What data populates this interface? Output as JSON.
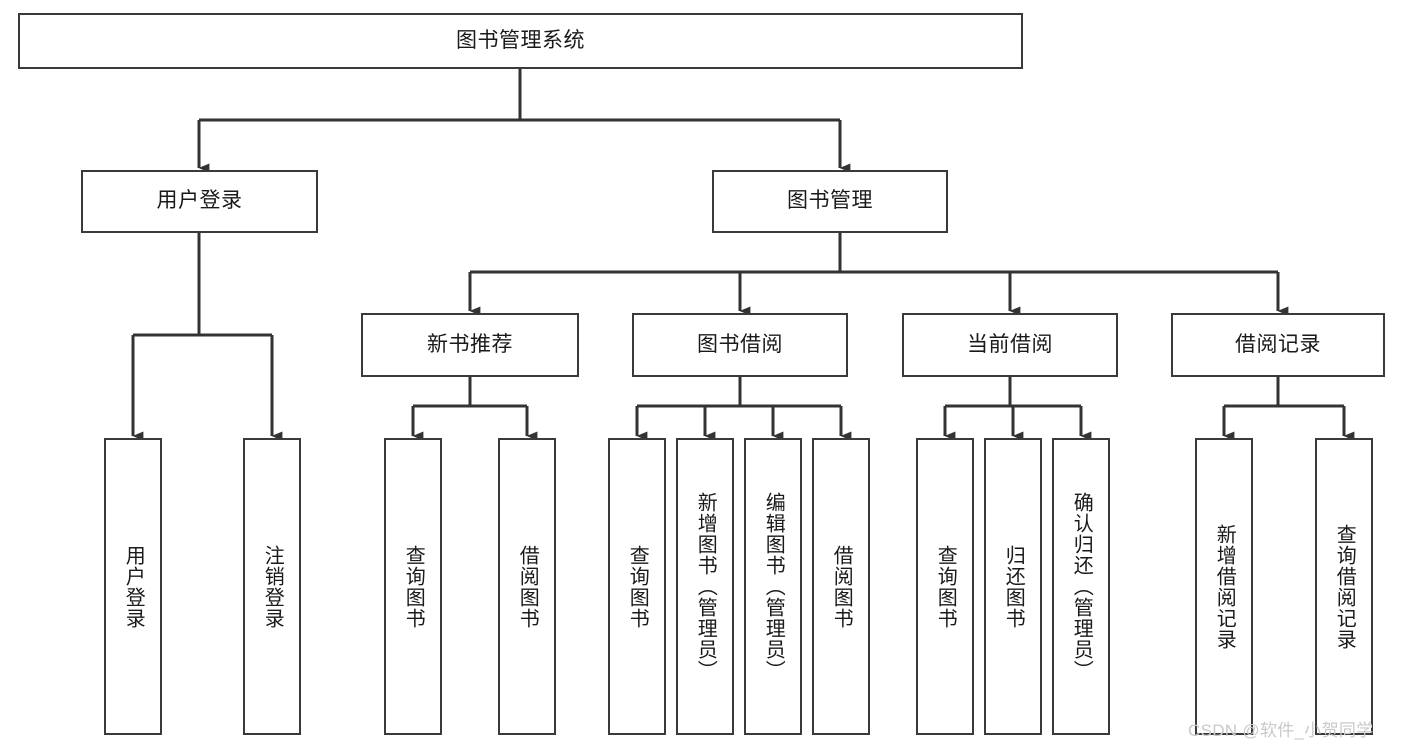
{
  "diagram": {
    "type": "tree-hierarchy",
    "title": "图书管理系统",
    "orientation": "top-down",
    "colors": {
      "box_border": "#3a3a3a",
      "box_fill": "#ffffff",
      "connector": "#333333",
      "text": "#1a1a1a",
      "watermark": "#c9c9c9",
      "background": "#ffffff"
    },
    "root": {
      "label": "图书管理系统"
    },
    "level1": [
      {
        "label": "用户登录"
      },
      {
        "label": "图书管理"
      }
    ],
    "level2": [
      {
        "label": "新书推荐"
      },
      {
        "label": "图书借阅"
      },
      {
        "label": "当前借阅"
      },
      {
        "label": "借阅记录"
      }
    ],
    "leaves": {
      "user_login": [
        {
          "label": "用户登录"
        },
        {
          "label": "注销登录"
        }
      ],
      "new_book_recommend": [
        {
          "label": "查询图书"
        },
        {
          "label": "借阅图书"
        }
      ],
      "book_borrow": [
        {
          "label": "查询图书"
        },
        {
          "label": "新增图书（管理员）"
        },
        {
          "label": "编辑图书（管理员）"
        },
        {
          "label": "借阅图书"
        }
      ],
      "current_borrow": [
        {
          "label": "查询图书"
        },
        {
          "label": "归还图书"
        },
        {
          "label": "确认归还（管理员）"
        }
      ],
      "borrow_record": [
        {
          "label": "新增借阅记录"
        },
        {
          "label": "查询借阅记录"
        }
      ]
    }
  },
  "watermark": {
    "text": "CSDN @软件_小贺同学"
  }
}
